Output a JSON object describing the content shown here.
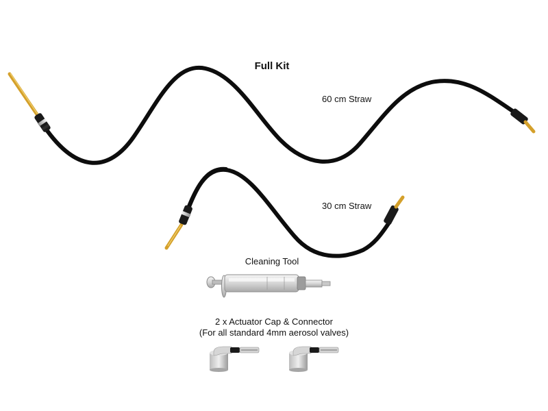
{
  "title": "Full Kit",
  "items": {
    "straw_60": "60 cm Straw",
    "straw_30": "30 cm Straw",
    "cleaning_tool": "Cleaning Tool",
    "caps_line1": "2 x Actuator Cap & Connector",
    "caps_line2": "(For all standard 4mm aerosol valves)"
  },
  "colors": {
    "tube": "#0f0f0f",
    "tip": "#d9a32a",
    "connector": "#cccccc"
  }
}
